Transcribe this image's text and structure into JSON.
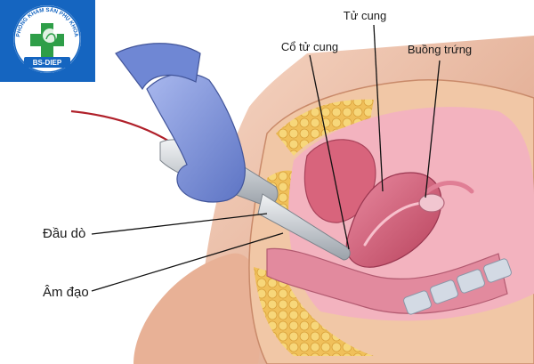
{
  "logo": {
    "top_arc_text": "PHÒNG KHÁM SẢN PHỤ KHOA",
    "badge_text": "BS-DIEP",
    "colors": {
      "background": "#1565c0",
      "cross": "#2e9e48",
      "badge": "#1565c0"
    }
  },
  "labels": {
    "uterus": "Tử cung",
    "cervix": "Cổ tử cung",
    "ovary": "Buồng trứng",
    "probe": "Đầu dò",
    "vagina": "Âm đạo"
  },
  "colors": {
    "skin": "#e9b69a",
    "fat": "#f2c85a",
    "tissue_pink": "#e5889b",
    "uterus": "#cf5d75",
    "glove": "#7f97d9",
    "probe": "#c9cdd2",
    "cable": "#b0202a",
    "bone": "#cfd6e0"
  }
}
